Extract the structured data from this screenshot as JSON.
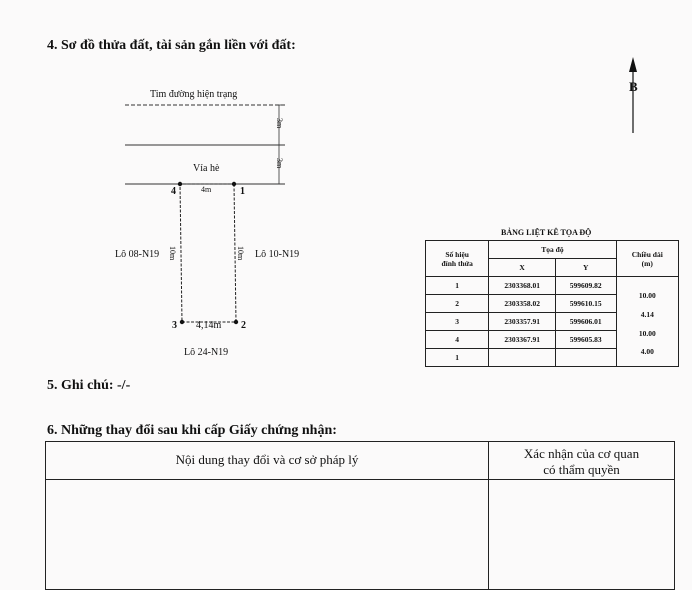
{
  "section4": {
    "title": "4. Sơ đồ thửa đất, tài sản gắn liền với đất:",
    "road_label": "Tim đường hiện trạng",
    "sidewalk_label": "Vỉa hè",
    "north_label": "B",
    "dim_3m_a": "3m",
    "dim_3m_b": "3m",
    "dim_top": "4m",
    "dim_left": "10m",
    "dim_right": "10m",
    "dim_bottom": "4,14m",
    "lot_left": "Lô 08-N19",
    "lot_right": "Lô 10-N19",
    "lot_bottom": "Lô 24-N19",
    "pt1": "1",
    "pt2": "2",
    "pt3": "3",
    "pt4": "4"
  },
  "coord_table": {
    "title": "BẢNG LIỆT KÊ TỌA ĐỘ",
    "h_point_line1": "Số hiệu",
    "h_point_line2": "đỉnh thửa",
    "h_coord": "Tọa độ",
    "h_x": "X",
    "h_y": "Y",
    "h_len_line1": "Chiều dài",
    "h_len_line2": "(m)",
    "rows": [
      {
        "pt": "1",
        "x": "2303368.01",
        "y": "599609.82"
      },
      {
        "pt": "2",
        "x": "2303358.02",
        "y": "599610.15"
      },
      {
        "pt": "3",
        "x": "2303357.91",
        "y": "599606.01"
      },
      {
        "pt": "4",
        "x": "2303367.91",
        "y": "599605.83"
      },
      {
        "pt": "1",
        "x": "",
        "y": ""
      }
    ],
    "lengths": [
      "10.00",
      "4.14",
      "10.00",
      "4.00"
    ]
  },
  "section5": {
    "title": "5. Ghi chú: -/-"
  },
  "section6": {
    "title": "6. Những thay đổi sau khi cấp Giấy chứng nhận:",
    "col1": "Nội dung thay đổi và cơ sở pháp lý",
    "col2_line1": "Xác nhận của cơ quan",
    "col2_line2": "có thẩm quyền"
  },
  "colors": {
    "ink": "#111111",
    "paper": "#fbfafa"
  }
}
